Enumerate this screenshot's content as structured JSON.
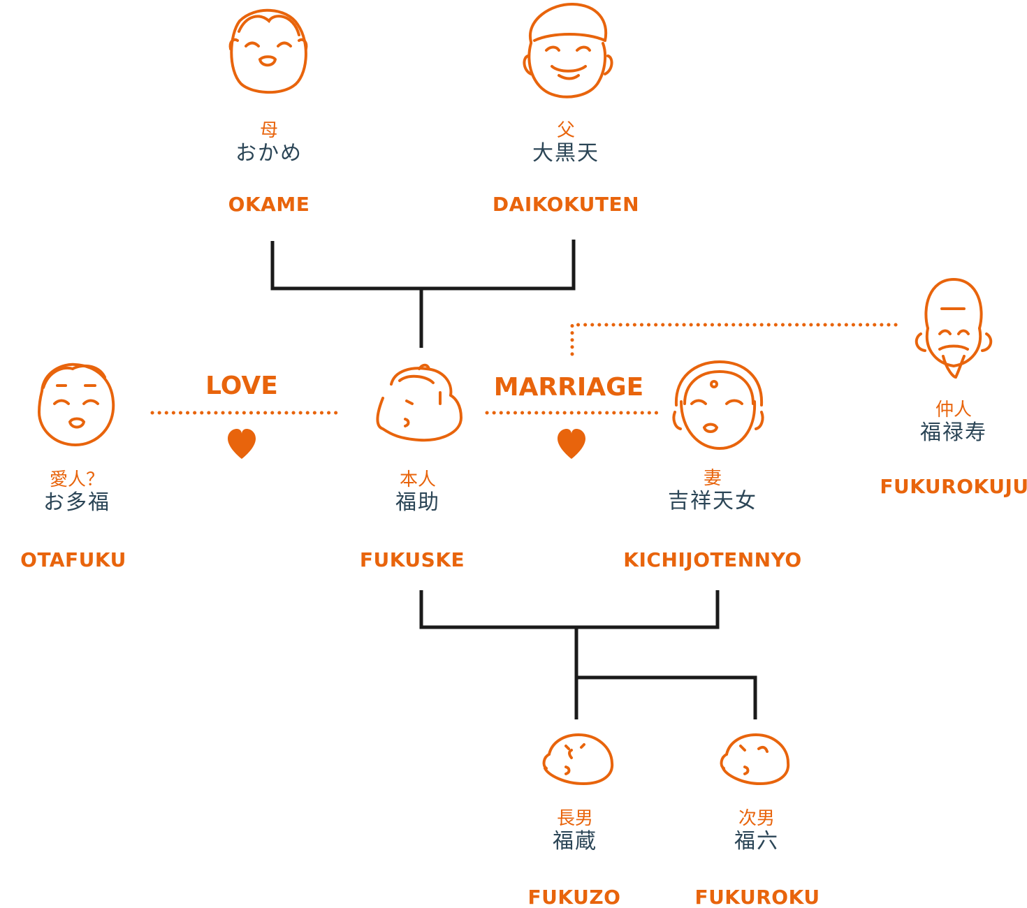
{
  "colors": {
    "accent": "#e8640c",
    "text": "#2b4556",
    "line": "#1a1a1a"
  },
  "people": {
    "okame": {
      "role": "母",
      "jp": "おかめ",
      "romaji": "OKAME"
    },
    "daikokuten": {
      "role": "父",
      "jp": "大黒天",
      "romaji": "DAIKOKUTEN"
    },
    "otafuku": {
      "role": "愛人？",
      "jp": "お多福",
      "romaji": "OTAFUKU"
    },
    "fukuske": {
      "role": "本人",
      "jp": "福助",
      "romaji": "FUKUSKE"
    },
    "kichijotennyo": {
      "role": "妻",
      "jp": "吉祥天女",
      "romaji": "KICHIJOTENNYO"
    },
    "fukurokuju": {
      "role": "仲人",
      "jp": "福禄寿",
      "romaji": "FUKUROKUJU"
    },
    "fukuzo": {
      "role": "長男",
      "jp": "福蔵",
      "romaji": "FUKUZO"
    },
    "fukuroku": {
      "role": "次男",
      "jp": "福六",
      "romaji": "FUKUROKU"
    }
  },
  "relations": {
    "love": "LOVE",
    "marriage": "MARRIAGE"
  }
}
